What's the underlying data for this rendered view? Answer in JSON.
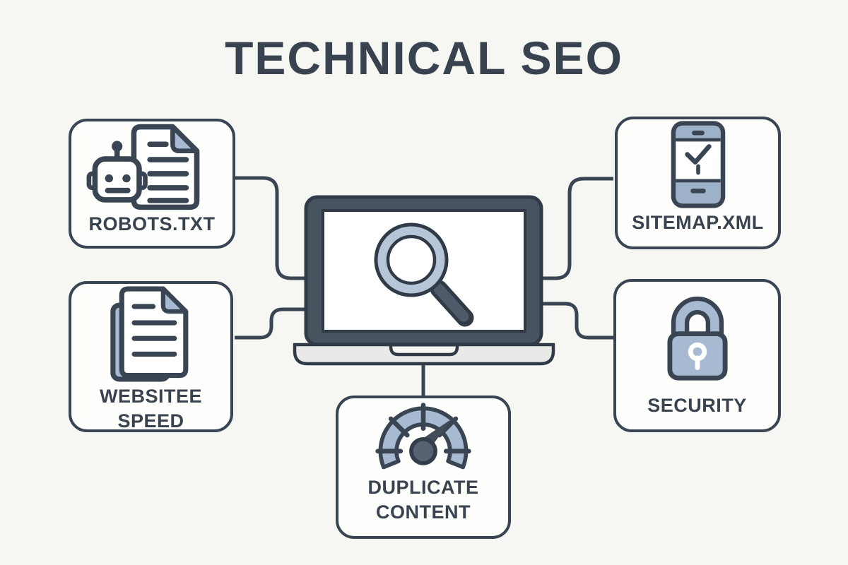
{
  "title": "TECHNICAL SEO",
  "palette": {
    "background": "#f6f7f3",
    "outline": "#3a4553",
    "slate_fill": "#a7bad1",
    "slate_light": "#b7c5d8",
    "laptop_frame": "#47535f",
    "laptop_base": "#e9eae7",
    "box_fill": "#fefefc",
    "hub_gray": "#596272"
  },
  "center": {
    "name": "laptop with magnifying glass",
    "icons": [
      "laptop-icon",
      "magnifier-icon"
    ]
  },
  "nodes": [
    {
      "id": "robots",
      "label": "ROBOTS.TXT",
      "icon": "robot-document-icon"
    },
    {
      "id": "sitemap",
      "label": "SITEMAP.XML",
      "icon": "mobile-check-icon"
    },
    {
      "id": "speed",
      "label": "WEBSITEE SPEED",
      "icon": "stacked-documents-icon"
    },
    {
      "id": "security",
      "label": "SECURITY",
      "icon": "padlock-icon"
    },
    {
      "id": "duplicate",
      "label": "DUPLICATE CONTENT",
      "icon": "speedometer-icon"
    }
  ]
}
